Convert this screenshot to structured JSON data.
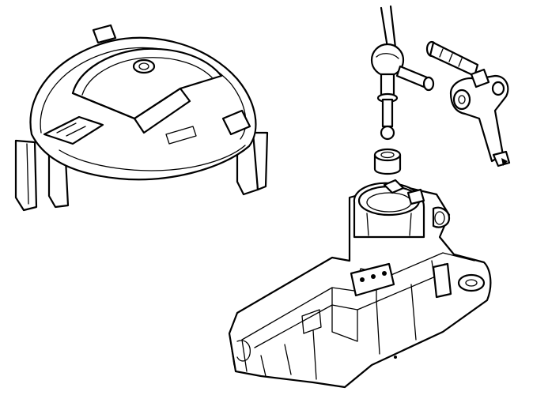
{
  "figure": {
    "kind": "exploded-view technical line drawing",
    "style": "black line art on white",
    "parts": [
      "shift-boot-cover-housing",
      "shift-lever-rod-with-ball",
      "pivot-bushing",
      "pivot-bolt",
      "selector-bracket",
      "shifter-base-housing"
    ]
  },
  "colors": {
    "background": "#ffffff",
    "line": "#000000",
    "shade": "#d9d9d9"
  }
}
